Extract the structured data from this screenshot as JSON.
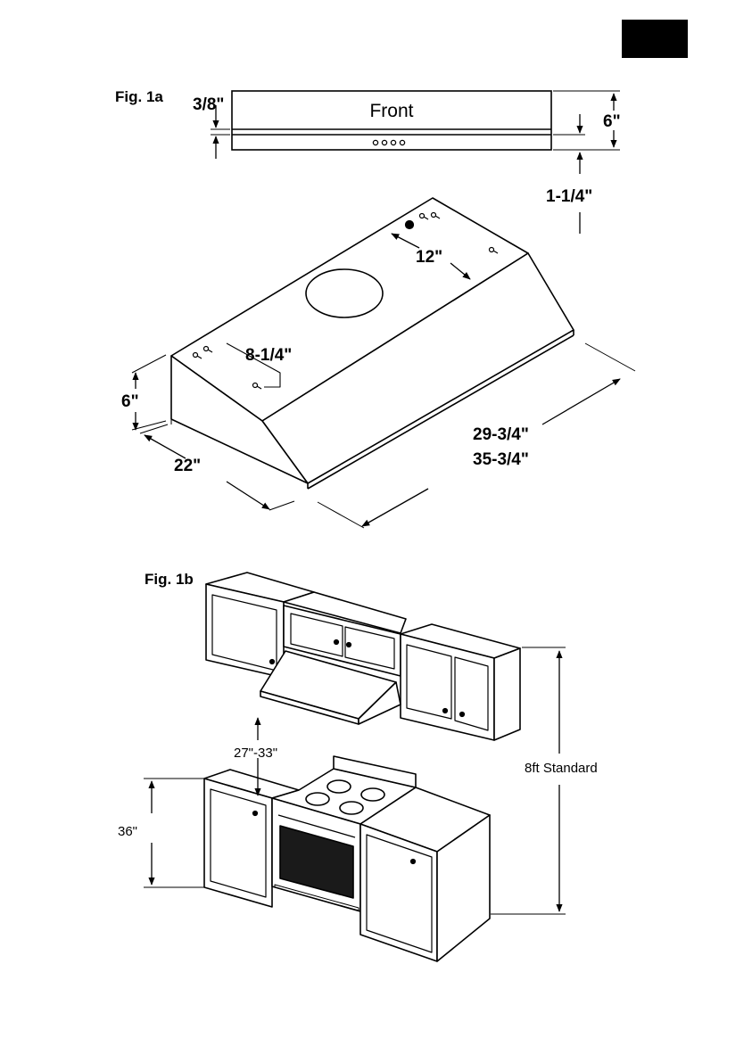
{
  "figures": {
    "fig1a": {
      "label": "Fig. 1a",
      "front_label": "Front",
      "dim_trim": "3/8\"",
      "dim_height_top": "6\"",
      "dim_bottom_offset": "1-1/4\"",
      "dim_duct_offset": "12\"",
      "dim_mount_spacing": "8-1/4\"",
      "dim_height_side": "6\"",
      "dim_depth": "22\"",
      "dim_width_a": "29-3/4\"",
      "dim_width_b": "35-3/4\""
    },
    "fig1b": {
      "label": "Fig. 1b",
      "dim_clearance": "27\"-33\"",
      "dim_ceiling": "8ft Standard",
      "dim_counter": "36\""
    }
  },
  "colors": {
    "ink": "#000000",
    "paper": "#ffffff",
    "oven_window": "#1a1a1a"
  }
}
